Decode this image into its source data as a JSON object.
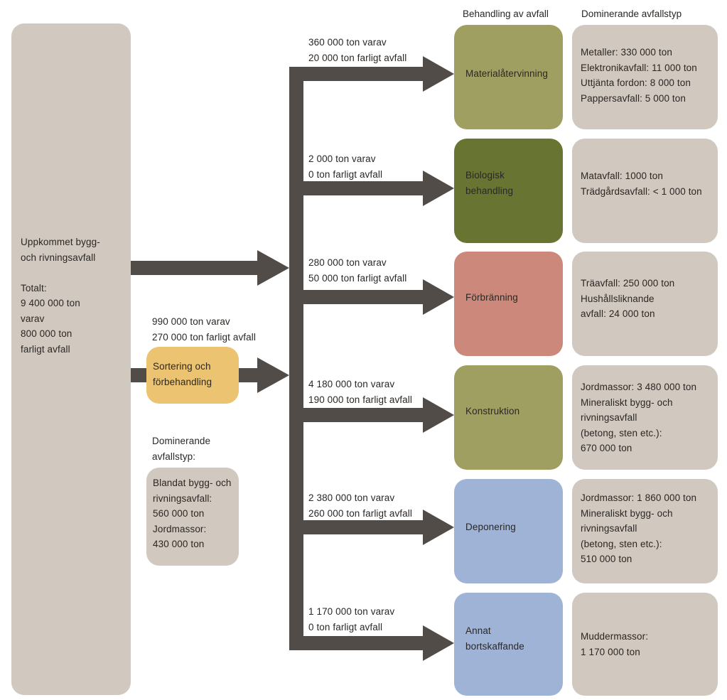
{
  "headers": {
    "treatment": "Behandling av avfall",
    "waste_type": "Dominerande avfallstyp"
  },
  "source": {
    "lines": [
      "Uppkommet bygg-",
      "och rivningsavfall",
      "",
      "Totalt:",
      "9 400 000 ton",
      "varav",
      "800 000 ton",
      "farligt avfall"
    ]
  },
  "sorting": {
    "label_lines": [
      "Sortering och",
      "förbehandling"
    ],
    "flow_lines": [
      "990 000  ton varav",
      "270 000 ton farligt avfall"
    ],
    "dominant_title_lines": [
      "Dominerande",
      "avfallstyp:"
    ],
    "dominant_lines": [
      "Blandat bygg- och",
      "rivningsavfall:",
      "560 000 ton",
      "Jordmassor:",
      "430 000 ton"
    ],
    "color": "#ebc371"
  },
  "rows": [
    {
      "flow_lines": [
        "360 000 ton varav",
        "20 000 ton farligt avfall"
      ],
      "treatment_lines": [
        "Materialåtervinning"
      ],
      "color": "#a09f62",
      "dominant_lines": [
        "Metaller: 330 000 ton",
        "Elektronikavfall: 11 000 ton",
        "Uttjänta fordon: 8 000 ton",
        "Pappersavfall: 5 000 ton"
      ]
    },
    {
      "flow_lines": [
        "2 000 ton varav",
        "0 ton farligt avfall"
      ],
      "treatment_lines": [
        "Biologisk",
        "behandling"
      ],
      "color": "#677432",
      "dominant_lines": [
        "Matavfall: 1000 ton",
        "Trädgårdsavfall: < 1 000 ton"
      ]
    },
    {
      "flow_lines": [
        "280 000 ton varav",
        "50 000 ton farligt avfall"
      ],
      "treatment_lines": [
        "Förbränning"
      ],
      "color": "#cc897b",
      "dominant_lines": [
        "Träavfall: 250 000 ton",
        "Hushållsliknande",
        "avfall: 24 000 ton"
      ]
    },
    {
      "flow_lines": [
        "4 180 000 ton varav",
        "190 000 ton farligt avfall"
      ],
      "treatment_lines": [
        "Konstruktion"
      ],
      "color": "#a09f62",
      "dominant_lines": [
        "Jordmassor: 3 480 000 ton",
        "Mineraliskt bygg- och",
        "rivningsavfall",
        "(betong, sten etc.):",
        "670 000 ton"
      ]
    },
    {
      "flow_lines": [
        "2 380 000 ton varav",
        "260 000 ton farligt avfall"
      ],
      "treatment_lines": [
        "Deponering"
      ],
      "color": "#9fb3d6",
      "dominant_lines": [
        "Jordmassor: 1 860 000 ton",
        "Mineraliskt bygg- och",
        "rivningsavfall",
        "(betong, sten etc.):",
        "510 000 ton"
      ]
    },
    {
      "flow_lines": [
        "1 170 000 ton varav",
        "0 ton farligt avfall"
      ],
      "treatment_lines": [
        "Annat",
        "bortskaffande"
      ],
      "color": "#9fb3d6",
      "dominant_lines": [
        "Muddermassor:",
        "1 170 000 ton"
      ]
    }
  ],
  "colors": {
    "neutral_box": "#d1c8bf",
    "arrow": "#524c48"
  }
}
